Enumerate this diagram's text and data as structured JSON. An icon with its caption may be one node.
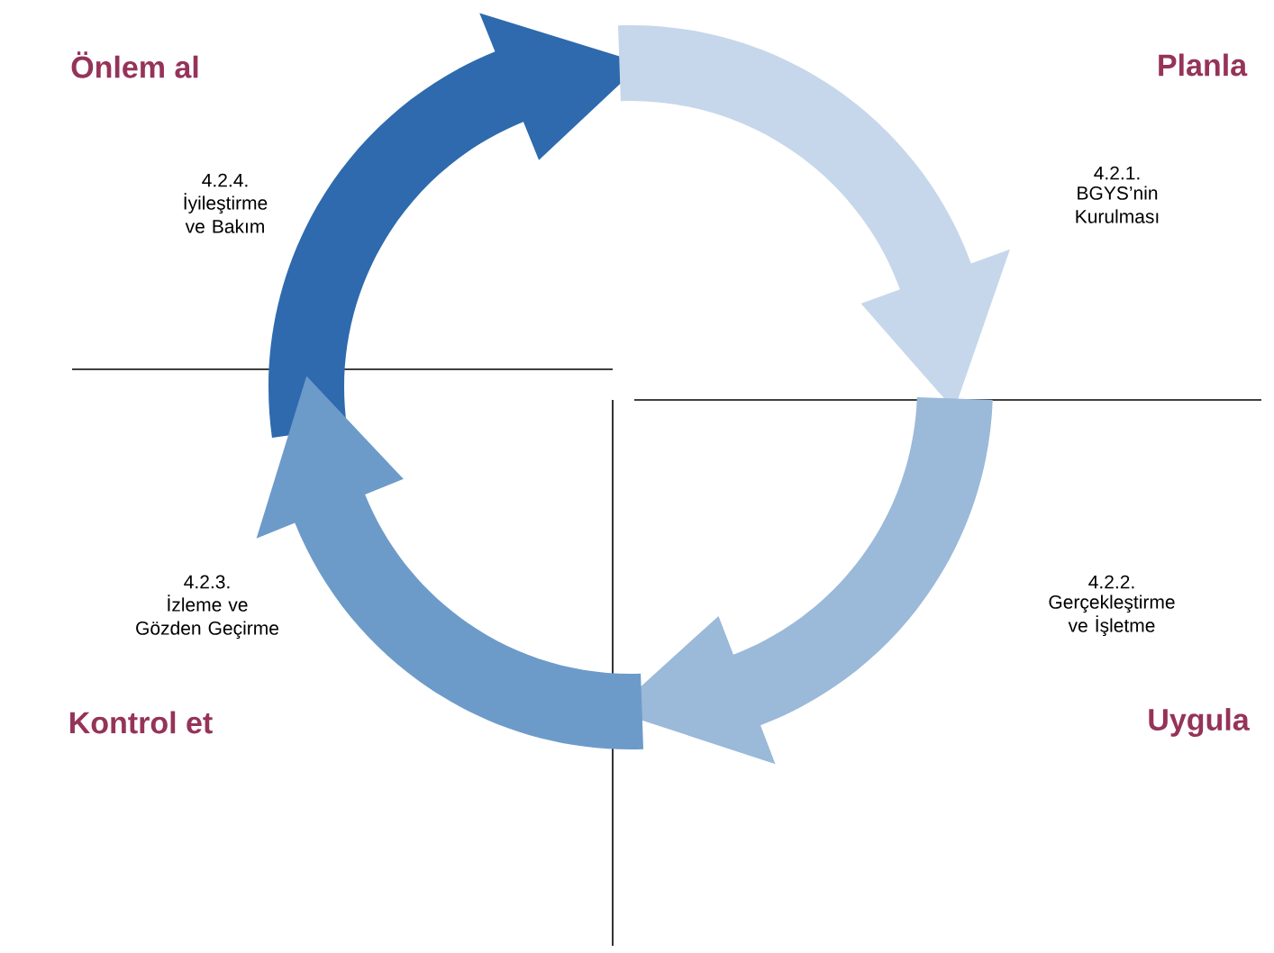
{
  "diagram": {
    "labels": [
      "Önlem al",
      "Planla",
      "4.2.4.",
      "İyileştirme ve Bakım",
      "4.2.1.",
      "BGYS’nin Kurulması",
      "4.2.3.",
      "İzleme ve Gözden Geçirme",
      "4.2.2.",
      "Gerçekleştirme ve İşletme",
      "Kontrol et",
      "Uygula"
    ]
  }
}
